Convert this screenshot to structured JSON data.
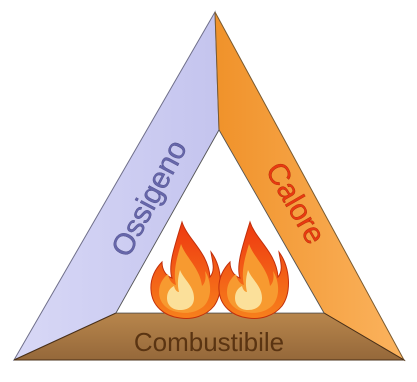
{
  "diagram": {
    "sides": {
      "left": {
        "label": "Ossigeno",
        "color": "#cfcff4",
        "text_color": "#6666aa"
      },
      "right": {
        "label": "Calore",
        "color": "#f7a54a",
        "text_color": "#e83a10"
      },
      "bottom": {
        "label": "Combustibile",
        "color": "#a87a45",
        "text_color": "#5a3412"
      }
    },
    "center": {
      "flames": 2,
      "flame_outer_color": "#f24a10",
      "flame_mid_color": "#f79a30",
      "flame_inner_color": "#fbe09a"
    }
  }
}
